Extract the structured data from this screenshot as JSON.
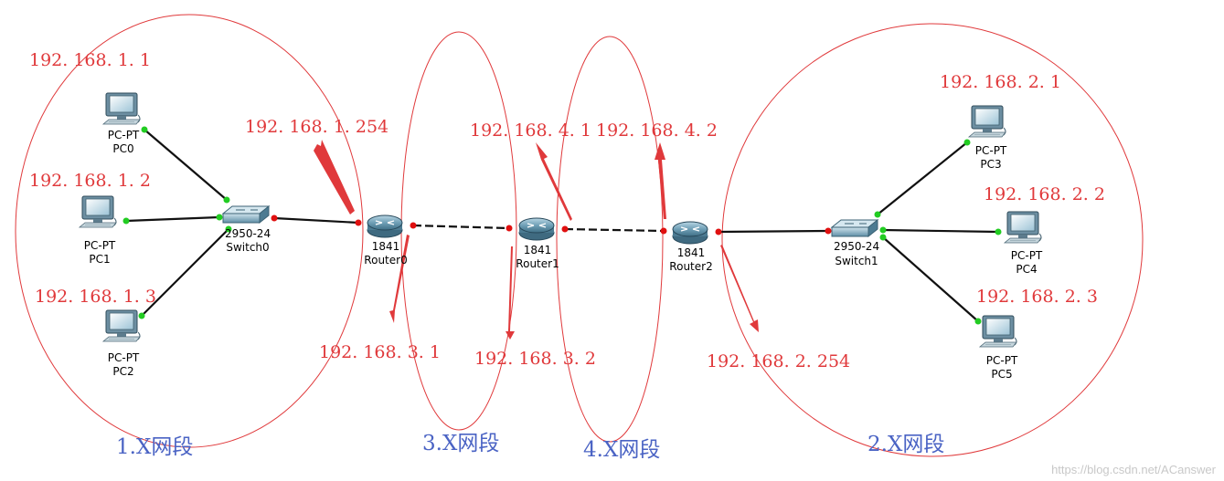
{
  "colors": {
    "annotation": "#e0393b",
    "segment_label": "#4a63c4",
    "link": "#111111",
    "port_up": "#22cc22",
    "port_down": "#e01010",
    "device_body": "#5f8fa6"
  },
  "segments": [
    {
      "id": "seg1",
      "label": "1.X网段"
    },
    {
      "id": "seg2",
      "label": "2.X网段"
    },
    {
      "id": "seg3",
      "label": "3.X网段"
    },
    {
      "id": "seg4",
      "label": "4.X网段"
    }
  ],
  "devices": {
    "pc0": {
      "model": "PC-PT",
      "name": "PC0",
      "icon": "pc-icon"
    },
    "pc1": {
      "model": "PC-PT",
      "name": "PC1",
      "icon": "pc-icon"
    },
    "pc2": {
      "model": "PC-PT",
      "name": "PC2",
      "icon": "pc-icon"
    },
    "pc3": {
      "model": "PC-PT",
      "name": "PC3",
      "icon": "pc-icon"
    },
    "pc4": {
      "model": "PC-PT",
      "name": "PC4",
      "icon": "pc-icon"
    },
    "pc5": {
      "model": "PC-PT",
      "name": "PC5",
      "icon": "pc-icon"
    },
    "switch0": {
      "model": "2950-24",
      "name": "Switch0",
      "icon": "switch-icon"
    },
    "switch1": {
      "model": "2950-24",
      "name": "Switch1",
      "icon": "switch-icon"
    },
    "router0": {
      "model": "1841",
      "name": "Router0",
      "icon": "router-icon"
    },
    "router1": {
      "model": "1841",
      "name": "Router1",
      "icon": "router-icon"
    },
    "router2": {
      "model": "1841",
      "name": "Router2",
      "icon": "router-icon"
    }
  },
  "ip_labels": {
    "pc0": "192. 168. 1. 1",
    "pc1": "192. 168. 1. 2",
    "pc2": "192. 168. 1. 3",
    "pc3": "192. 168. 2. 1",
    "pc4": "192. 168. 2. 2",
    "pc5": "192. 168. 2. 3",
    "router0_lan": "192. 168. 1. 254",
    "router0_wan": "192. 168. 3. 1",
    "router1_r0": "192. 168. 3. 2",
    "router1_r2": "192. 168. 4. 1",
    "router2_r1": "192. 168. 4. 2",
    "router2_lan": "192. 168. 2. 254"
  },
  "watermark": "https://blog.csdn.net/ACanswer"
}
